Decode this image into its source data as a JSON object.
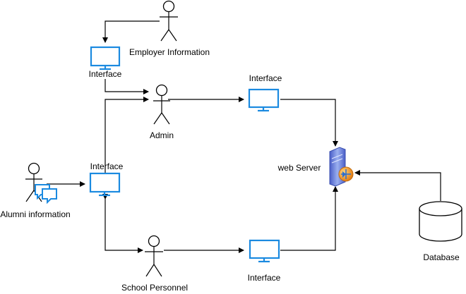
{
  "nodes": {
    "employer": {
      "label": "Employer Information",
      "icon": "person-icon"
    },
    "admin": {
      "label": "Admin",
      "icon": "person-icon"
    },
    "alumni": {
      "label": "Alumni information",
      "icon": "person-with-chat-icon"
    },
    "school_personnel": {
      "label": "School Personnel",
      "icon": "person-icon"
    },
    "interface_employer": {
      "label": "Interface",
      "icon": "monitor-icon"
    },
    "interface_admin": {
      "label": "Interface",
      "icon": "monitor-icon"
    },
    "interface_alumni": {
      "label": "Interface",
      "icon": "monitor-icon"
    },
    "interface_school": {
      "label": "Interface",
      "icon": "monitor-icon"
    },
    "web_server": {
      "label": "web Server",
      "icon": "server-icon"
    },
    "database": {
      "label": "Database",
      "icon": "database-cylinder-icon"
    }
  },
  "colors": {
    "monitor": "#1b8ae0",
    "line": "#000000",
    "server_body": "#6a7fd8",
    "server_globe": "#f59a23"
  }
}
